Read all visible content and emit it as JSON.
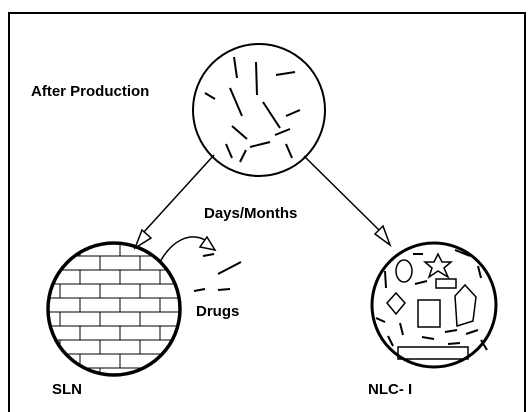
{
  "labels": {
    "after_production": "After Production",
    "time": "Days/Months",
    "drugs": "Drugs",
    "sln": "SLN",
    "nlc": "NLC- I"
  }
}
